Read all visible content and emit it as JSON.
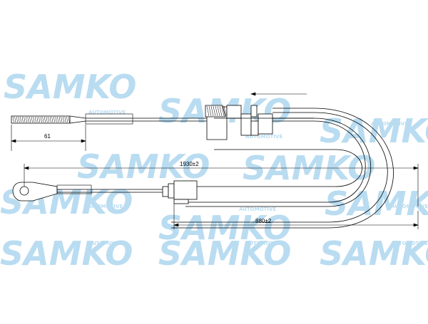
{
  "dimensions": {
    "overall_length": "1930±2",
    "sheath_length": "880±2",
    "end_fitting_length": "61"
  },
  "watermark": {
    "brand": "SAMKO",
    "tagline": "AUTOMOTIVE"
  },
  "colors": {
    "line": "#000000",
    "part_fill": "#ffffff",
    "watermark": "#b9dcf1"
  }
}
